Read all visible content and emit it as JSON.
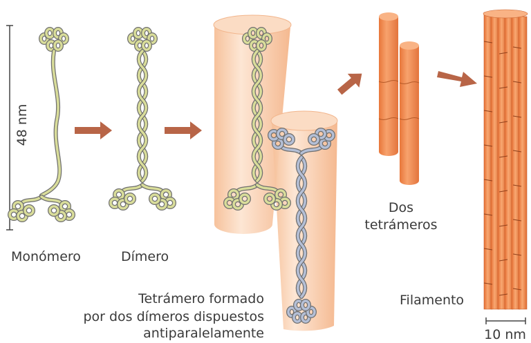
{
  "labels": {
    "scale_48": "48 nm",
    "monomer": "Monómero",
    "dimer": "Dímero",
    "tetramer_line1": "Tetrámero formado",
    "tetramer_line2": "por dos dímeros dispuestos",
    "tetramer_line3": "antiparalelamente",
    "two_tetramers_line1": "Dos",
    "two_tetramers_line2": "tetrámeros",
    "filament": "Filamento",
    "scale_10": "10 nm"
  },
  "colors": {
    "strand_yellow": "#d9dd9a",
    "strand_blue": "#b4bfd6",
    "strand_outline": "#6f6f6f",
    "cylinder_light": "#f8c9a4",
    "tetramer_orange": "#f08a4e",
    "arrow": "#b86547",
    "text": "#3a3a3a"
  }
}
